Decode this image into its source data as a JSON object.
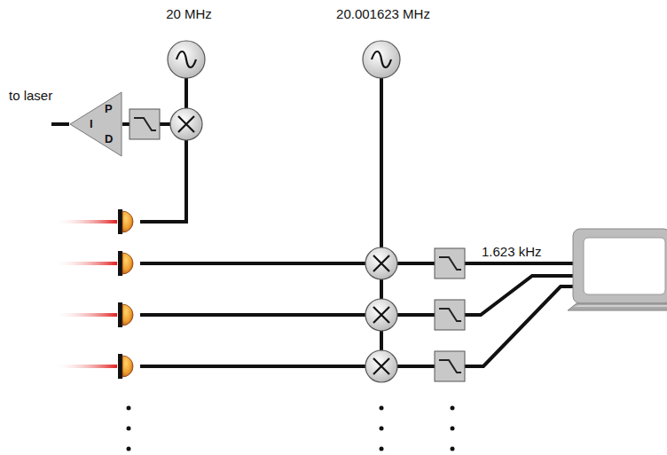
{
  "diagram": {
    "nodes": [
      {
        "text": [
          "P",
          "I",
          "D"
        ]
      }
    ],
    "labels": [
      "20 MHz",
      "20.001623 MHz",
      "to laser",
      "1.623 kHz"
    ]
  }
}
